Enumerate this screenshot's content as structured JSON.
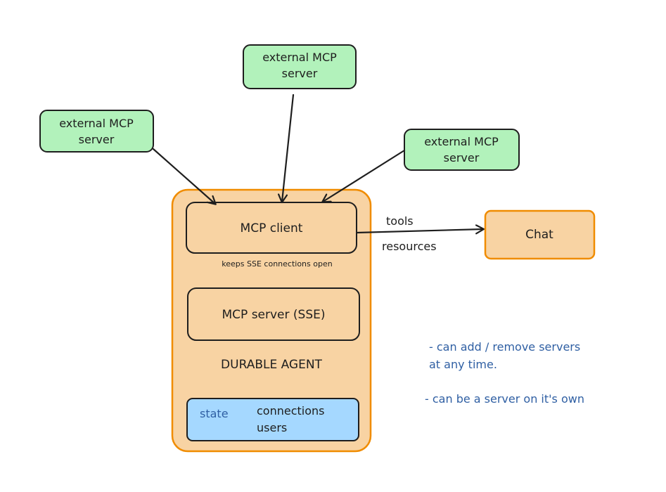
{
  "colors": {
    "external_fill": "#b2f2bb",
    "external_stroke": "#1e1e1e",
    "agent_fill": "#f8d3a3",
    "agent_stroke": "#f08c00",
    "inner_fill": "#f8d3a3",
    "inner_stroke": "#1e1e1e",
    "state_fill": "#a5d8ff",
    "chat_fill": "#f8d3a3",
    "chat_stroke": "#f08c00",
    "ink": "#1e1e1e",
    "note": "#2f5fa3"
  },
  "external_servers": [
    {
      "line1": "external MCP",
      "line2": "server"
    },
    {
      "line1": "external MCP",
      "line2": "server"
    },
    {
      "line1": "external MCP",
      "line2": "server"
    }
  ],
  "agent": {
    "mcp_client_label": "MCP client",
    "keeps_open_label": "keeps SSE connections open",
    "mcp_server_label": "MCP server (SSE)",
    "durable_agent_label": "DURABLE AGENT",
    "state_label": "state",
    "state_items": [
      "connections",
      "users"
    ]
  },
  "arrow_labels": {
    "tools": "tools",
    "resources": "resources"
  },
  "chat_label": "Chat",
  "notes": [
    {
      "line1": "- can add / remove servers",
      "line2": "at any time."
    },
    {
      "line1": "- can be a server on it's own"
    }
  ]
}
